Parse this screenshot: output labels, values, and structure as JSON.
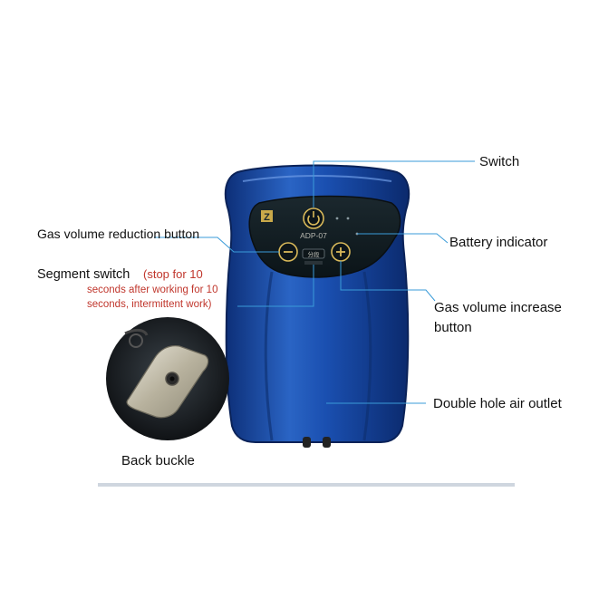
{
  "labels": {
    "switch": "Switch",
    "battery_indicator": "Battery indicator",
    "gas_increase": "Gas volume increase\nbutton",
    "gas_increase_line1": "Gas volume increase",
    "gas_increase_line2": "button",
    "air_outlet": "Double hole air outlet",
    "gas_reduction": "Gas volume reduction button",
    "segment_switch": "Segment switch",
    "segment_note_line1": "(stop for 10",
    "segment_note_line2": "seconds after working for 10",
    "segment_note_line3": "seconds, intermittent work)",
    "back_buckle": "Back buckle"
  },
  "device": {
    "model": "ADP-07",
    "segment_key_text": "分段",
    "logo_letter": "Z"
  },
  "colors": {
    "device_body": "#1d4fa8",
    "callout_line": "#3a9bd8",
    "note_text": "#c0362c",
    "panel": "#0f1a1f",
    "button_ring": "#d9b95a"
  }
}
